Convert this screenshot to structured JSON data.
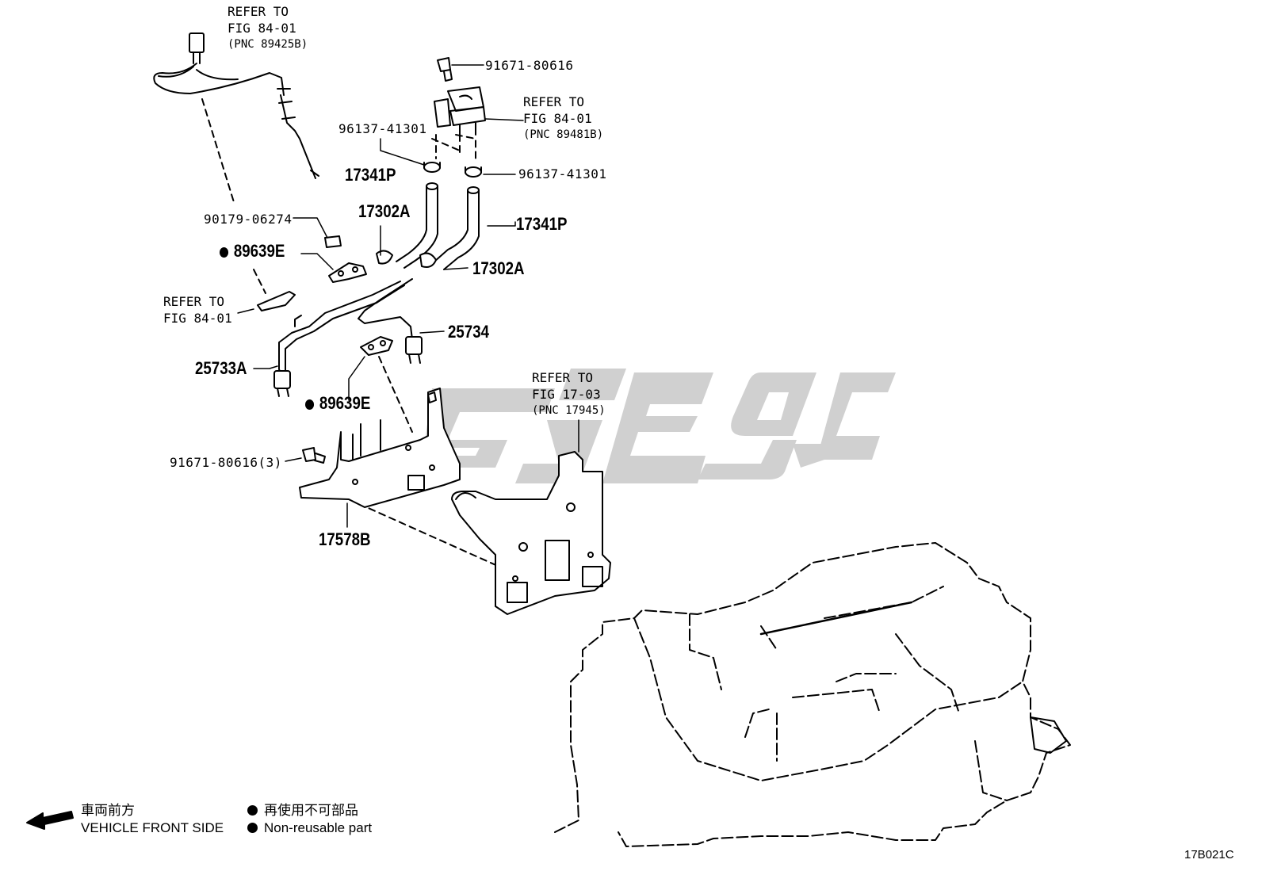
{
  "diagram_code": "17B021C",
  "watermark": "GSE9C",
  "legend": {
    "front_jp": "車両前方",
    "front_en": "VEHICLE FRONT SIDE",
    "nonreuse_jp": "再使用不可部品",
    "nonreuse_en": "Non-reusable part"
  },
  "refs": [
    {
      "line1": "REFER TO",
      "line2": "FIG 84-01",
      "line3": "(PNC 89425B)"
    },
    {
      "line1": "REFER TO",
      "line2": "FIG 84-01",
      "line3": "(PNC 89481B)"
    },
    {
      "line1": "REFER TO",
      "line2": "FIG 84-01"
    },
    {
      "line1": "REFER TO",
      "line2": "FIG 17-03",
      "line3": "(PNC 17945)"
    }
  ],
  "parts": {
    "bolt_top": "91671-80616",
    "clamp_left": "96137-41301",
    "clamp_right": "96137-41301",
    "hose_left": "17341P",
    "hose_right": "17341P",
    "hose_clamp_left": "17302A",
    "hose_clamp_right": "17302A",
    "nut": "90179-06274",
    "gasket_top": "89639E",
    "gasket_bottom": "89639E",
    "pipe_left": "25733A",
    "pipe_right": "25734",
    "bolt_bracket": "91671-80616(3)",
    "bracket": "17578B"
  }
}
